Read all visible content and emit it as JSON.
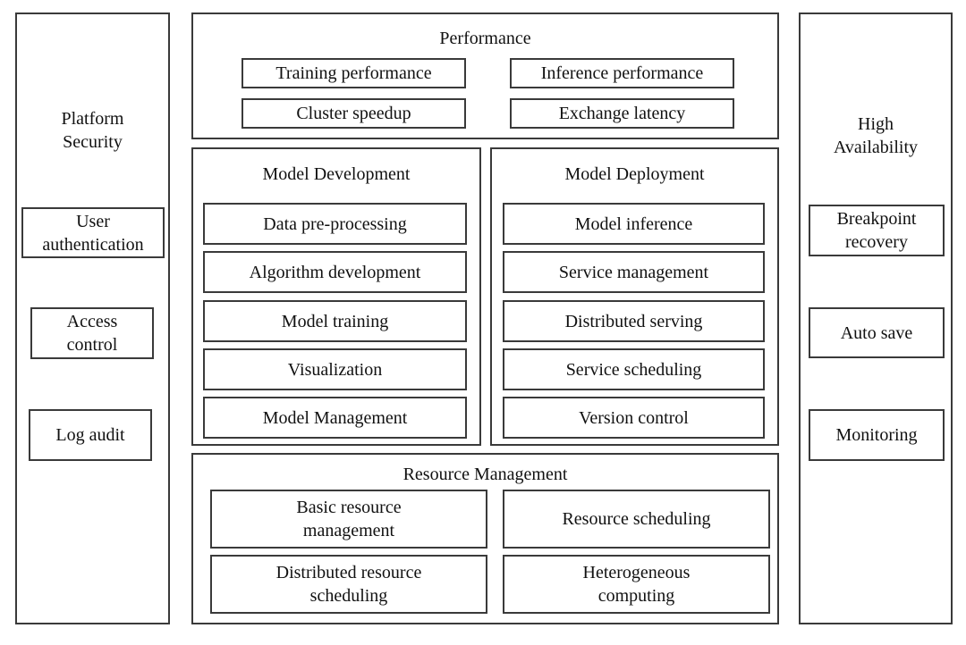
{
  "platform_security": {
    "title": "Platform\nSecurity",
    "items": [
      "User\nauthentication",
      "Access\ncontrol",
      "Log audit"
    ]
  },
  "performance": {
    "title": "Performance",
    "items": [
      "Training performance",
      "Inference performance",
      "Cluster speedup",
      "Exchange latency"
    ]
  },
  "model_development": {
    "title": "Model Development",
    "items": [
      "Data pre-processing",
      "Algorithm development",
      "Model training",
      "Visualization",
      "Model Management"
    ]
  },
  "model_deployment": {
    "title": "Model Deployment",
    "items": [
      "Model inference",
      "Service management",
      "Distributed serving",
      "Service scheduling",
      "Version control"
    ]
  },
  "resource_management": {
    "title": "Resource Management",
    "items": [
      "Basic resource\nmanagement",
      "Resource scheduling",
      "Distributed resource\nscheduling",
      "Heterogeneous\ncomputing"
    ]
  },
  "high_availability": {
    "title": "High\nAvailability",
    "items": [
      "Breakpoint\nrecovery",
      "Auto save",
      "Monitoring"
    ]
  }
}
